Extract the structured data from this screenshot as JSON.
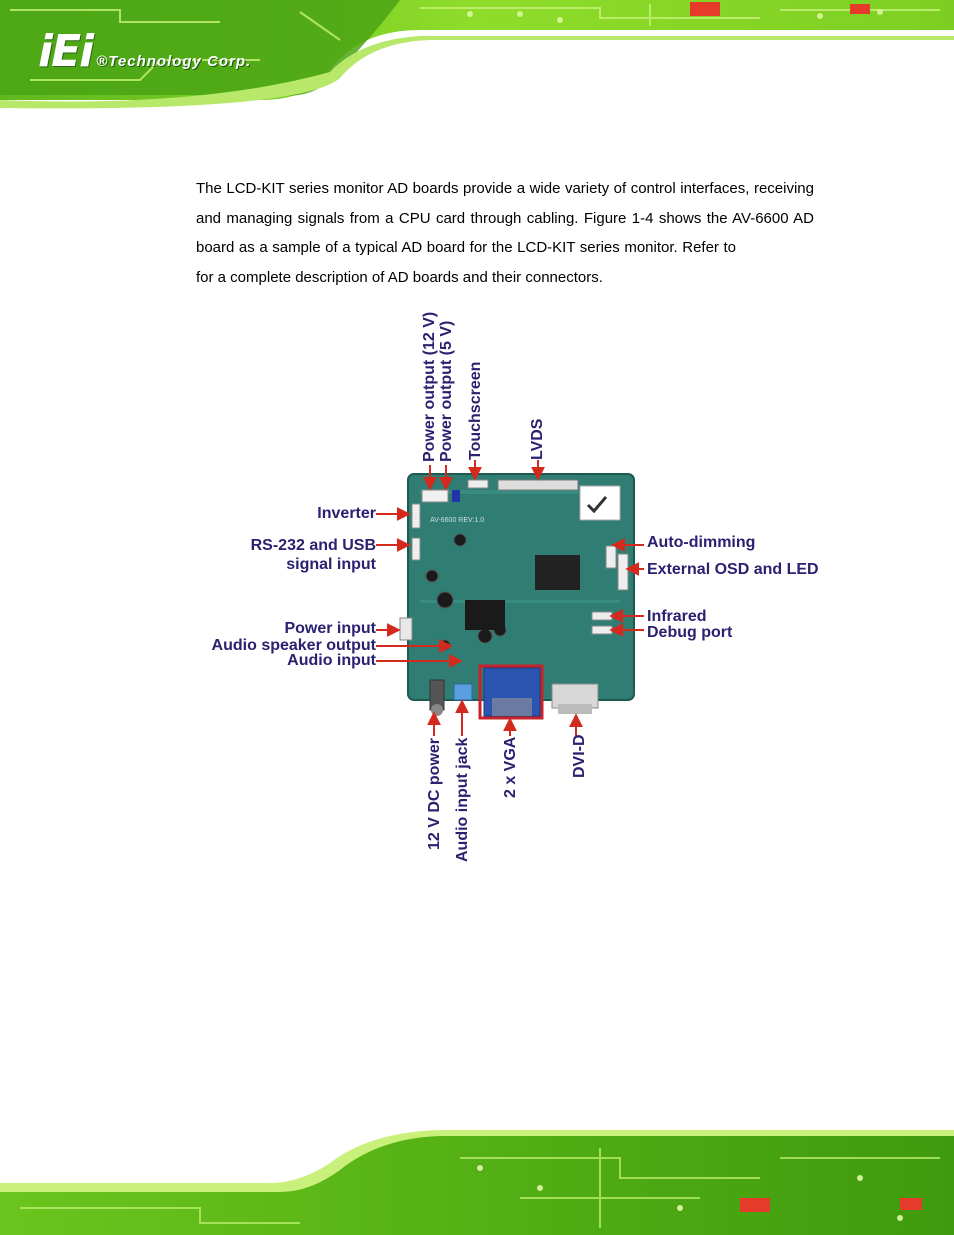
{
  "header": {
    "logo_mark": "iEi",
    "logo_text": "®Technology Corp."
  },
  "body": {
    "paragraph_part1": "The LCD-KIT series monitor AD boards provide a wide variety of control interfaces, receiving and managing signals from a CPU card through cabling. Figure 1-4 shows the AV-6600 AD board as a sample of a typical AD board for the LCD-KIT series monitor. Refer to",
    "paragraph_part2": "for a complete description of AD boards and their connectors."
  },
  "figure": {
    "left_labels": {
      "inverter": "Inverter",
      "rs232_line1": "RS-232 and USB",
      "rs232_line2": "signal input",
      "power_input": "Power input",
      "audio_speaker_output": "Audio speaker output",
      "audio_input": "Audio input"
    },
    "right_labels": {
      "auto_dimming": "Auto-dimming",
      "external_osd": "External OSD and LED",
      "infrared": "Infrared",
      "debug_port": "Debug port"
    },
    "top_labels": {
      "power_12v": "Power output (12 V)",
      "power_5v": "Power output (5 V)",
      "touchscreen": "Touchscreen",
      "lvds": "LVDS"
    },
    "bottom_labels": {
      "dc_power": "12 V DC power",
      "audio_jack": "Audio input jack",
      "vga": "2 x VGA",
      "dvi": "DVI-D"
    },
    "board_text": "AV-6600 REV:1.0",
    "colors": {
      "label": "#2a2170",
      "arrow": "#d42a1e",
      "board": "#2f7d73"
    }
  }
}
